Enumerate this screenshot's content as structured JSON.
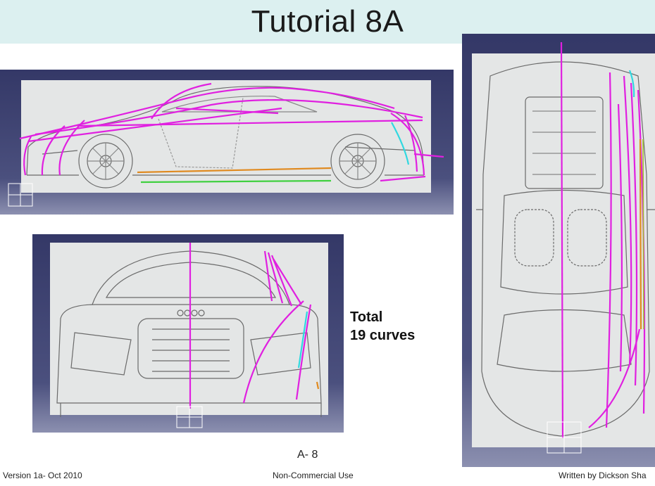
{
  "slide": {
    "title": "Tutorial 8A",
    "total_line1": "Total",
    "total_line2": "19 curves",
    "page_number": "A- 8",
    "footer_version": "Version 1a-  Oct 2010",
    "footer_usage": "Non-Commercial Use",
    "footer_author": "Written by Dickson Sha"
  },
  "colors": {
    "background": "#ffffff",
    "title_band": "#dcf0f0",
    "panel": "#3a3e6e",
    "blueprint": "#e4e6e6",
    "curve_main": "#e020e0",
    "curve_cyan": "#30d8e0",
    "curve_orange": "#e08a20",
    "curve_green": "#40d040"
  },
  "icons": [
    "side-view-car-drawing",
    "front-view-car-drawing",
    "top-view-car-drawing",
    "axis-origin-icon"
  ]
}
